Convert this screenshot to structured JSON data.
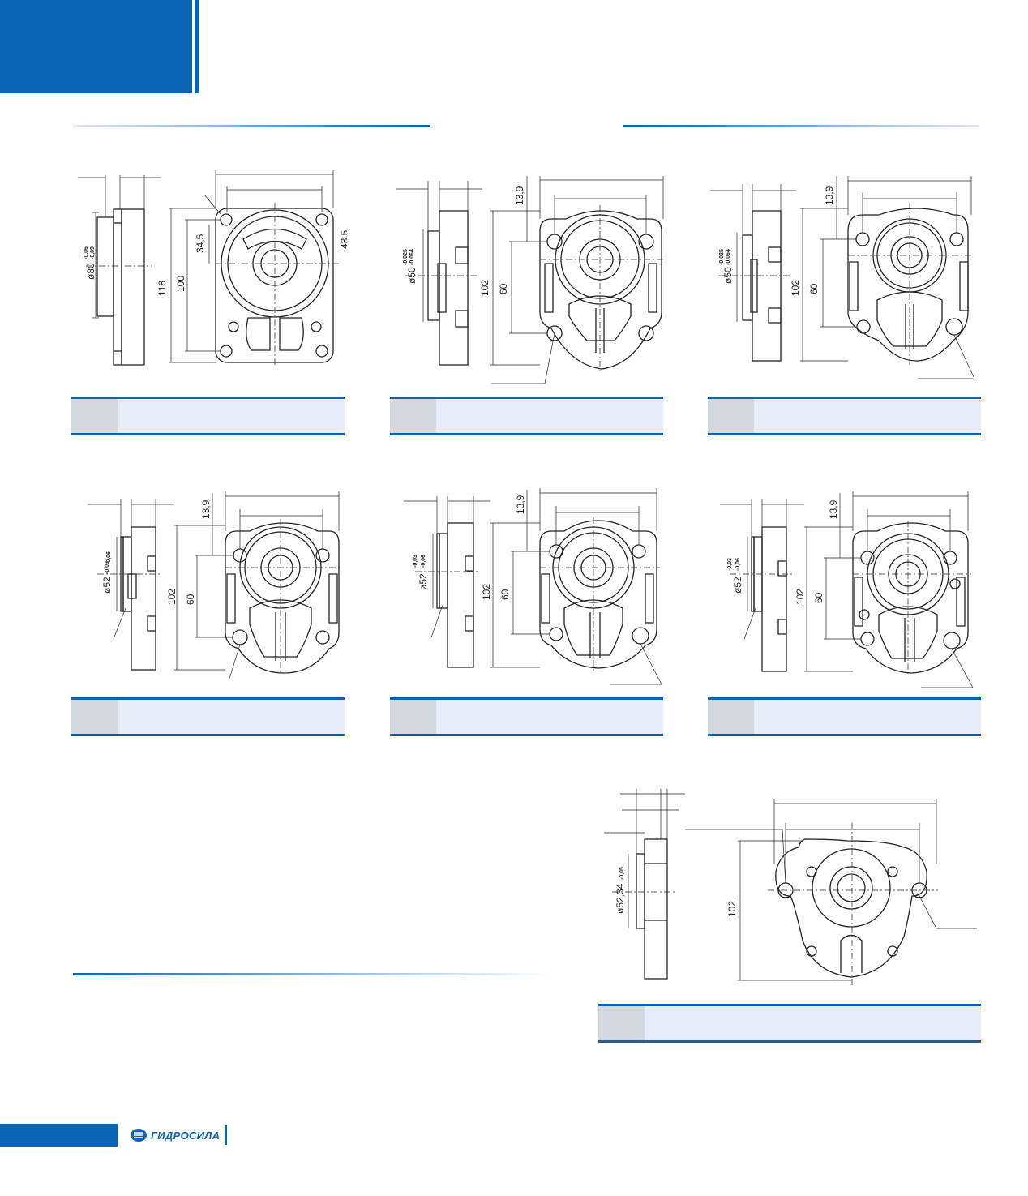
{
  "brand": {
    "name": "ГИДРОСИЛА"
  },
  "colors": {
    "accent": "#0b63b5",
    "caption_bg": "#e6edf8",
    "code_bg": "#d4d9df"
  },
  "drawings": [
    {
      "id": "d1",
      "dims": {
        "dia": "ø80",
        "dia_tol_top": "-0,06",
        "dia_tol_bot": "-0,09",
        "h_outer": "118",
        "h_inner": "100",
        "v_a": "34,5",
        "v_b": "43,5"
      }
    },
    {
      "id": "d2",
      "dims": {
        "dia": "ø50",
        "dia_tol_top": "-0,025",
        "dia_tol_bot": "-0,064",
        "h_outer": "102",
        "h_inner": "60",
        "top": "13,9"
      }
    },
    {
      "id": "d3",
      "dims": {
        "dia": "ø50",
        "dia_tol_top": "-0,025",
        "dia_tol_bot": "-0,064",
        "h_outer": "102",
        "h_inner": "60",
        "top": "13,9"
      }
    },
    {
      "id": "d4",
      "dims": {
        "dia": "ø52",
        "dia_tol_top": "-0,03",
        "dia_tol_bot": "-0,06",
        "h_outer": "102",
        "h_inner": "60",
        "top": "13,9"
      }
    },
    {
      "id": "d5",
      "dims": {
        "dia": "ø52",
        "dia_tol_top": "-0,03",
        "dia_tol_bot": "-0,06",
        "h_outer": "102",
        "h_inner": "60",
        "top": "13,9"
      }
    },
    {
      "id": "d6",
      "dims": {
        "dia": "ø52",
        "dia_tol_top": "-0,03",
        "dia_tol_bot": "-0,06",
        "h_outer": "102",
        "h_inner": "60",
        "top": "13,9"
      }
    },
    {
      "id": "d7",
      "dims": {
        "dia": "ø52,34",
        "dia_tol": "-0,05",
        "h_outer": "102"
      }
    }
  ]
}
